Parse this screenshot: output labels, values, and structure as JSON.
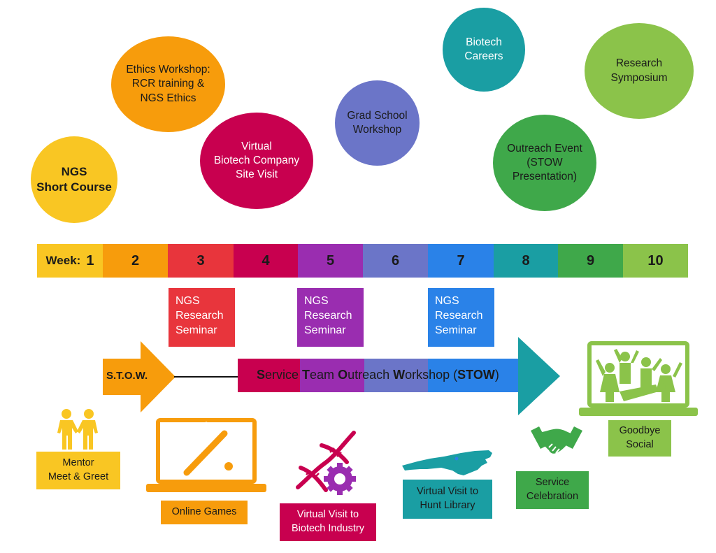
{
  "bubbles": {
    "ngs_short_course": "NGS\nShort Course",
    "ethics_workshop": "Ethics Workshop:\nRCR training &\nNGS Ethics",
    "virtual_biotech_site_visit": "Virtual\nBiotech Company\nSite Visit",
    "grad_school_workshop": "Grad School\nWorkshop",
    "biotech_careers": "Biotech\nCareers",
    "outreach_event": "Outreach Event\n(STOW\nPresentation)",
    "research_symposium": "Research\nSymposium"
  },
  "timeline": {
    "week_prefix": "Week:",
    "weeks": [
      "1",
      "2",
      "3",
      "4",
      "5",
      "6",
      "7",
      "8",
      "9",
      "10"
    ],
    "colors": [
      "#f9c623",
      "#f79c0c",
      "#e8353c",
      "#c8004f",
      "#9a2db0",
      "#6b75c8",
      "#2a82e8",
      "#1a9ea3",
      "#3fa84a",
      "#8bc34a"
    ]
  },
  "seminars": {
    "week3": "NGS\nResearch\nSeminar",
    "week5": "NGS\nResearch\nSeminar",
    "week7": "NGS\nResearch\nSeminar"
  },
  "stow": {
    "arrow_label": "S.T.O.W.",
    "banner_parts": [
      {
        "cap": "S",
        "rest": "ervice "
      },
      {
        "cap": "T",
        "rest": "eam "
      },
      {
        "cap": "O",
        "rest": "utreach "
      },
      {
        "cap": "W",
        "rest": "orkshop ("
      },
      {
        "cap": "STOW",
        "rest": ")"
      }
    ]
  },
  "activities": {
    "mentor": "Mentor\nMeet & Greet",
    "online_games": "Online Games",
    "biotech_industry": "Virtual Visit to\nBiotech Industry",
    "hunt_library": "Virtual Visit to\nHunt Library",
    "service_celebration": "Service\nCelebration",
    "goodbye_social": "Goodbye\nSocial"
  },
  "icons": {
    "mentor": "two-people-handshake-icon",
    "online_games": "laptop-baseball-bat-icon",
    "biotech_industry": "dna-gear-icon",
    "hunt_library": "north-carolina-map-icon",
    "service_celebration": "handshake-icon",
    "goodbye_social": "laptop-party-people-icon"
  }
}
